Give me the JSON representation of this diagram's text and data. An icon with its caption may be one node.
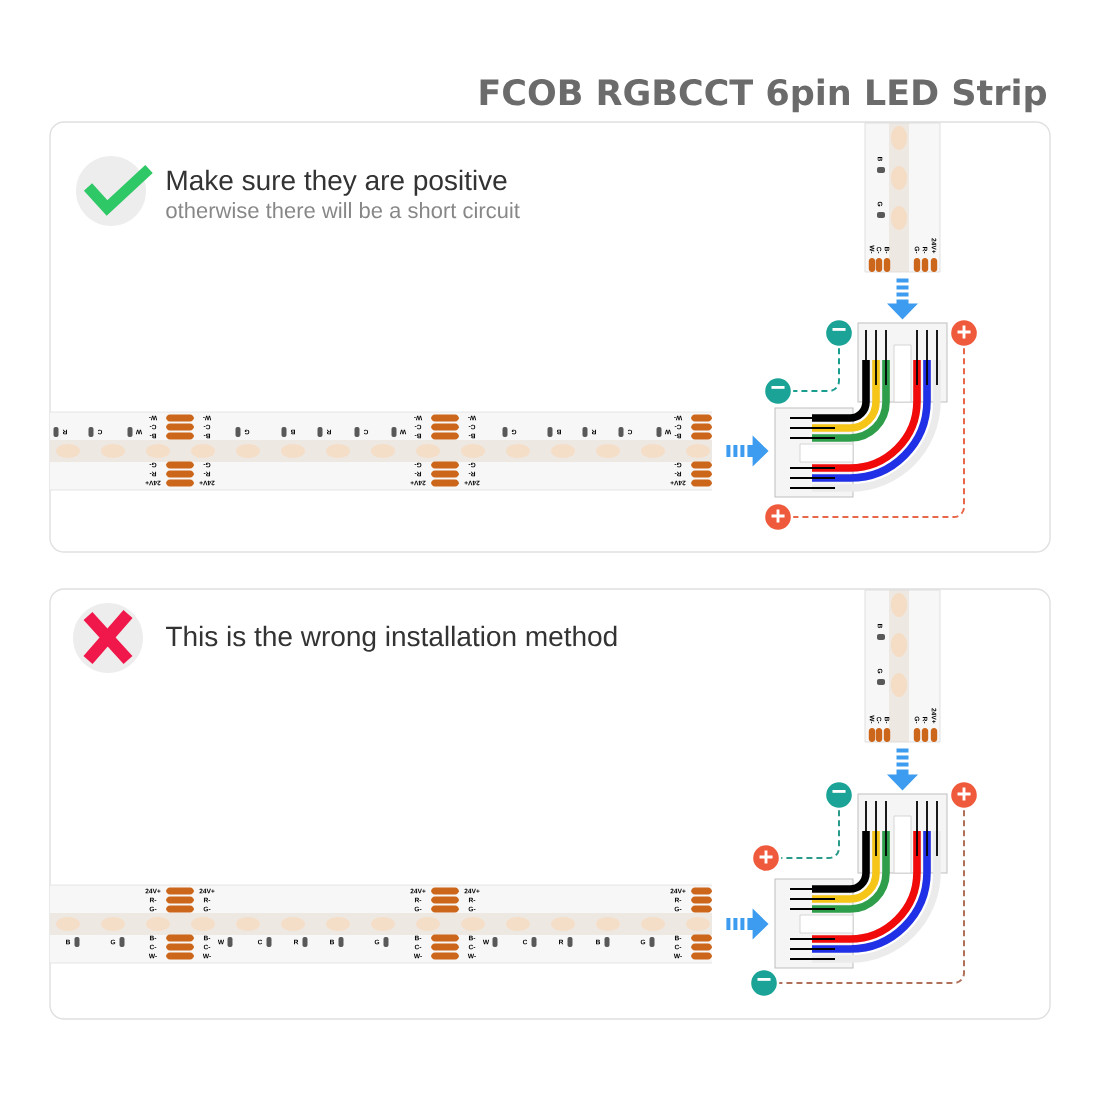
{
  "diagram": {
    "title": "FCOB RGBCCT 6pin LED Strip",
    "nodes": [
      {
        "text": [
          "Make sure they are positive",
          "otherwise there will be a short circuit"
        ]
      },
      {
        "text": [
          "W-",
          "C-",
          "B-",
          "G-",
          "R-",
          "24V+",
          "B",
          "G"
        ],
        "in": 0
      },
      {
        "text": [
          "W-",
          "C-",
          "B-",
          "G-",
          "R-",
          "24V+",
          "W-",
          "C-",
          "B-",
          "G-",
          "R-",
          "24V+",
          "W-",
          "C-",
          "B-",
          "G-",
          "R-",
          "24V+",
          "W-",
          "C-",
          "B-",
          "G-",
          "R-",
          "24V+",
          "W-",
          "C-",
          "B-",
          "G-",
          "R-",
          "24V+",
          "R",
          "C",
          "W",
          "G",
          "B",
          "R",
          "C",
          "W",
          "G",
          "B",
          "R",
          "C",
          "W"
        ],
        "in": 0
      },
      {
        "text": [],
        "shape": "picture",
        "in": 0
      },
      {
        "text": [
          "−"
        ],
        "in": 0
      },
      {
        "text": [
          "−"
        ],
        "in": 0
      },
      {
        "text": [
          "+"
        ],
        "in": 0
      },
      {
        "text": [
          "+"
        ],
        "in": 0
      },
      {
        "text": [
          "This is the wrong installation method"
        ]
      },
      {
        "text": [
          "W-",
          "C-",
          "B-",
          "G-",
          "R-",
          "24V+",
          "B",
          "G"
        ],
        "in": 8
      },
      {
        "text": [
          "24V+",
          "R-",
          "G-",
          "B-",
          "C-",
          "W-",
          "24V+",
          "R-",
          "G-",
          "B-",
          "C-",
          "W-",
          "24V+",
          "R-",
          "G-",
          "B-",
          "C-",
          "W-",
          "24V+",
          "R-",
          "G-",
          "B-",
          "C-",
          "W-",
          "24V+",
          "R-",
          "G-",
          "B-",
          "C-",
          "W-",
          "B",
          "G",
          "W",
          "C",
          "R",
          "B",
          "G",
          "W",
          "C",
          "R",
          "B",
          "G"
        ],
        "in": 8
      },
      {
        "text": [],
        "shape": "picture",
        "in": 8
      },
      {
        "text": [
          "−"
        ],
        "in": 8
      },
      {
        "text": [
          "+"
        ],
        "in": 8
      },
      {
        "text": [
          "+"
        ],
        "in": 8
      },
      {
        "text": [
          "−"
        ],
        "in": 8
      }
    ],
    "edges": [
      {
        "from": 1,
        "to": 3,
        "arrow": "to"
      },
      {
        "from": 2,
        "to": 3,
        "arrow": "to"
      },
      {
        "from": 4,
        "to": 5,
        "arrow": "none",
        "style": "dashed",
        "color": "#1a9e90"
      },
      {
        "from": 6,
        "to": 7,
        "arrow": "none",
        "style": "dashed",
        "color": "#e8664a"
      },
      {
        "from": 9,
        "to": 11,
        "arrow": "to"
      },
      {
        "from": 10,
        "to": 11,
        "arrow": "to"
      },
      {
        "from": 12,
        "to": 13,
        "arrow": "none",
        "style": "dashed",
        "color": "#2a9a8a"
      },
      {
        "from": 14,
        "to": 15,
        "arrow": "none",
        "style": "dashed",
        "color": "#b0705a"
      }
    ]
  }
}
